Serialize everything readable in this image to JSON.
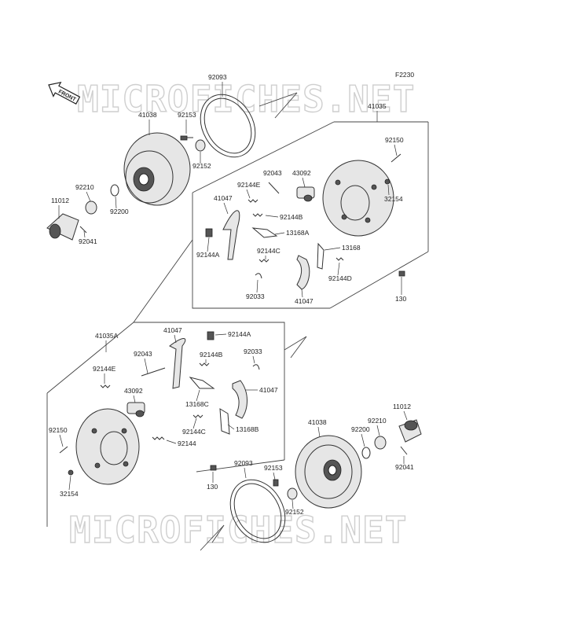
{
  "watermark": "MICROFICHES.NET",
  "figure_code": "F2230",
  "front_tag": "FRONT",
  "callouts": {
    "c92093_top": "92093",
    "c41038_top": "41038",
    "c92153_top": "92153",
    "c92152_top": "92152",
    "c41035_top": "41035",
    "c92150_top": "92150",
    "c32154_top": "32154",
    "c92210_top": "92210",
    "c11012_top": "11012",
    "c92200_top": "92200",
    "c92041_top": "92041",
    "c92043_top": "92043",
    "c43092_top": "43092",
    "c92144E_top": "92144E",
    "c41047_top_a": "41047",
    "c92144B_top": "92144B",
    "c13168A_top": "13168A",
    "c92144A_top": "92144A",
    "c92144C_top": "92144C",
    "c13168_top": "13168",
    "c92144D_top": "92144D",
    "c92033_top": "92033",
    "c41047_top_b": "41047",
    "c130_top": "130",
    "c41035A_bot": "41035A",
    "c41047_bot_a": "41047",
    "c92144A_bot": "92144A",
    "c92043_bot": "92043",
    "c92033_bot": "92033",
    "c92144B_bot": "92144B",
    "c92144E_bot": "92144E",
    "c43092_bot": "43092",
    "c41047_bot_b": "41047",
    "c13168C_bot": "13168C",
    "c92144C_bot": "92144C",
    "c13168B_bot": "13168B",
    "c92150_bot": "92150",
    "c92144_bot": "92144",
    "c32154_bot": "32154",
    "c130_bot": "130",
    "c92093_bot": "92093",
    "c41038_bot": "41038",
    "c92210_bot": "92210",
    "c11012_bot": "11012",
    "c92200_bot": "92200",
    "c92153_bot": "92153",
    "c92041_bot": "92041",
    "c92152_bot": "92152"
  }
}
